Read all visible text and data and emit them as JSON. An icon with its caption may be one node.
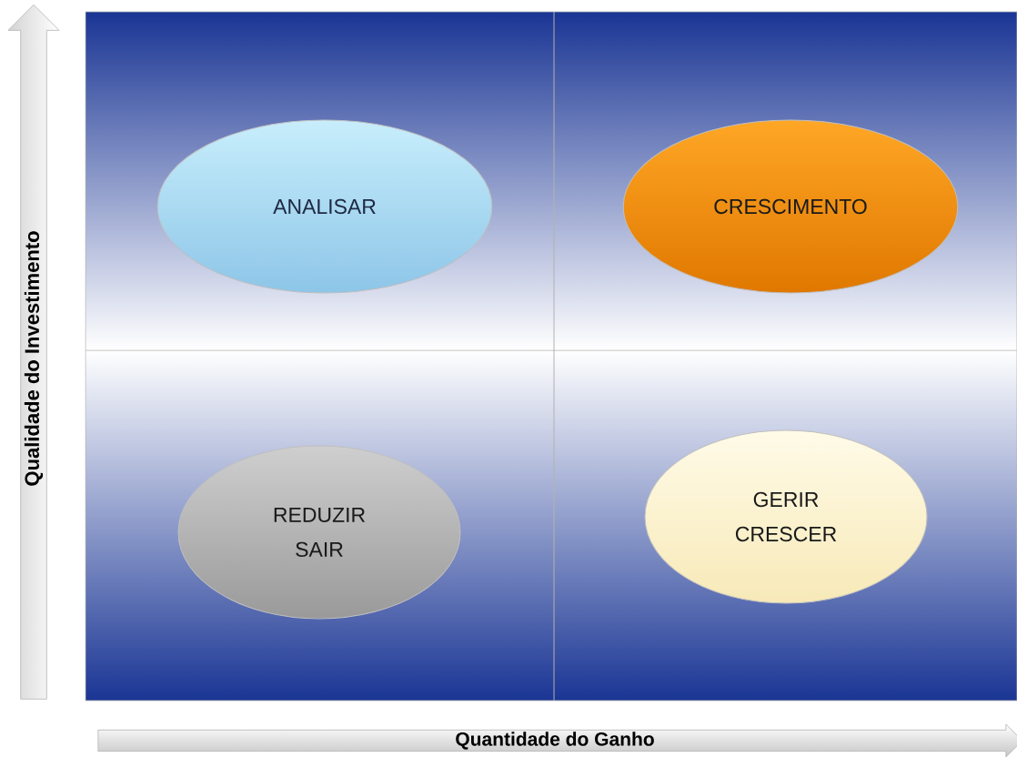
{
  "diagram": {
    "nodes": [
      {
        "text": [
          "Qualidade do Investimento"
        ]
      },
      {
        "text": [
          "ANALISAR"
        ]
      },
      {
        "text": [
          "CRESCIMENTO"
        ]
      },
      {
        "text": [
          "REDUZIR SAIR"
        ]
      },
      {
        "text": [
          "GERIR CRESCER"
        ]
      },
      {
        "text": [
          "Quantidade do Ganho"
        ]
      }
    ]
  }
}
